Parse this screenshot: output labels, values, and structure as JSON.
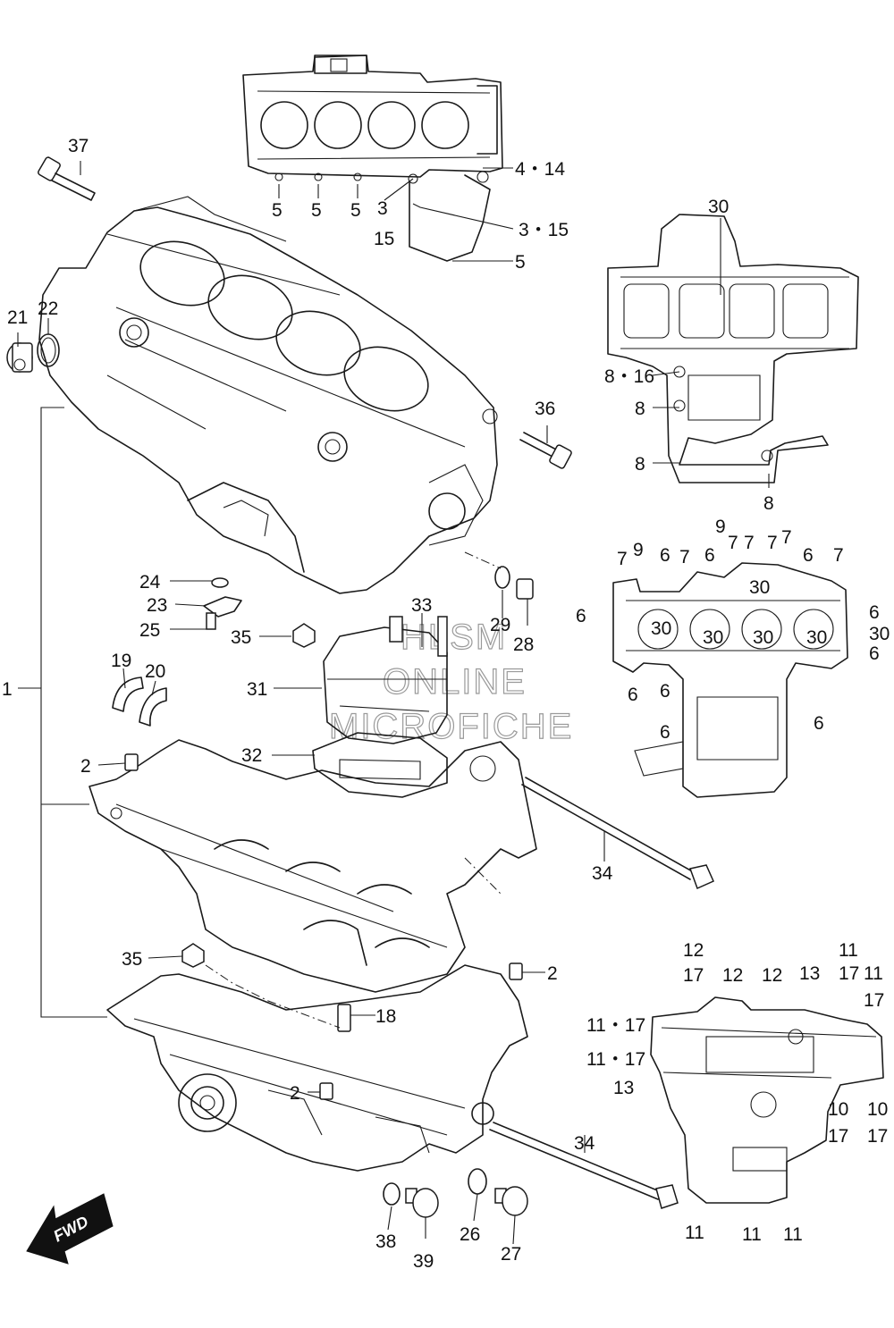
{
  "watermark": {
    "line1": "HLSM",
    "line2": "ONLINE",
    "line3": "MICROFICHE"
  },
  "direction_arrow": {
    "label": "FWD",
    "icon": "forward-arrow-icon"
  },
  "callouts": {
    "p1": "1",
    "p2a": "2",
    "p2b": "2",
    "p2c": "2",
    "p3": "3",
    "p15": "15",
    "p3_15": "3・15",
    "p4_14": "4・14",
    "p5a": "5",
    "p5b": "5",
    "p5c": "5",
    "p5d": "5",
    "p8_16": "8・16",
    "p8a": "8",
    "p8b": "8",
    "p8c": "8",
    "p30top": "30",
    "p7a": "7",
    "p9a": "9",
    "p6a": "6",
    "p7b": "7",
    "p6b": "6",
    "p9b": "9",
    "p7c": "7",
    "p7d": "7",
    "p7e": "7",
    "p7f": "7",
    "p6c": "6",
    "p7g": "7",
    "p6d": "6",
    "p6e": "6",
    "p6f": "6",
    "p6g": "6",
    "p6h": "6",
    "p6i": "6",
    "p6j": "6",
    "p30a": "30",
    "p30b": "30",
    "p30c": "30",
    "p30d": "30",
    "p30e": "30",
    "p30f": "30",
    "p19": "19",
    "p20": "20",
    "p21": "21",
    "p22": "22",
    "p23": "23",
    "p24": "24",
    "p25": "25",
    "p26": "26",
    "p27": "27",
    "p28": "28",
    "p29": "29",
    "p31": "31",
    "p32": "32",
    "p33": "33",
    "p34a": "34",
    "p34b": "34",
    "p35a": "35",
    "p35b": "35",
    "p36": "36",
    "p37": "37",
    "p38": "38",
    "p39": "39",
    "p18": "18",
    "p12a": "12",
    "p17a": "17",
    "p12b": "12",
    "p12c": "12",
    "p13a": "13",
    "p11a": "11",
    "p17b": "17",
    "p11b": "11",
    "p17c": "17",
    "p11_17a": "11・17",
    "p11_17b": "11・17",
    "p13b": "13",
    "p10a": "10",
    "p17d": "17",
    "p10b": "10",
    "p17e": "17",
    "p11c": "11",
    "p11d": "11",
    "p11e": "11"
  }
}
